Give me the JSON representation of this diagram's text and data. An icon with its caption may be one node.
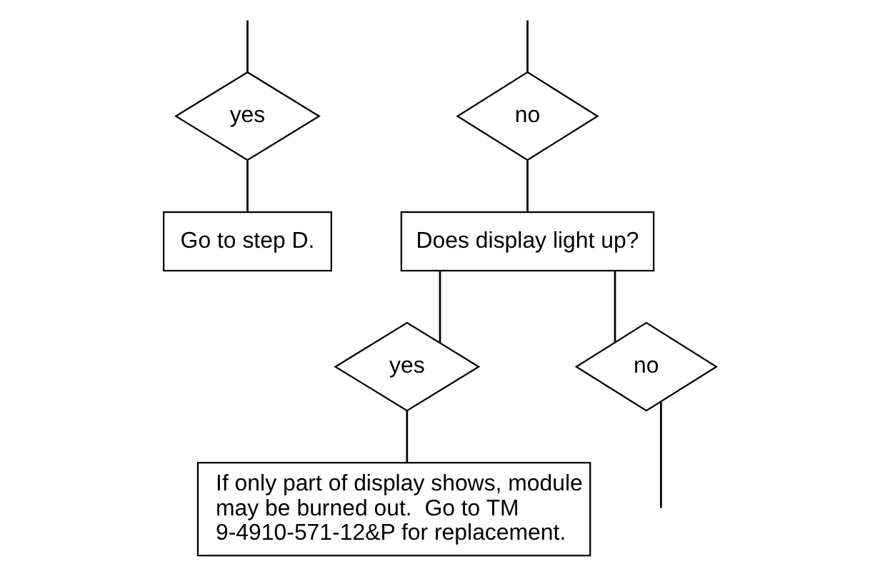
{
  "diagram": {
    "nodes": [
      {
        "text": [
          "yes"
        ]
      },
      {
        "text": [
          "no"
        ]
      },
      {
        "text": [
          "Go to step D."
        ]
      },
      {
        "text": [
          "Does display light up?"
        ]
      },
      {
        "text": [
          "yes"
        ]
      },
      {
        "text": [
          "no"
        ]
      },
      {
        "text": [
          "If only part of display shows, module may be burned out.  Go to TM 9-4910-571-12&P for replacement."
        ]
      }
    ],
    "edges": [
      {
        "from": null,
        "to": 0,
        "arrow": "none"
      },
      {
        "from": null,
        "to": 1,
        "arrow": "none"
      },
      {
        "from": 0,
        "to": 2,
        "arrow": "none"
      },
      {
        "from": 1,
        "to": 3,
        "arrow": "none"
      },
      {
        "from": 3,
        "to": 4,
        "arrow": "none"
      },
      {
        "from": 3,
        "to": 5,
        "arrow": "none"
      },
      {
        "from": 4,
        "to": 6,
        "arrow": "none"
      },
      {
        "from": 5,
        "to": null,
        "arrow": "none"
      }
    ]
  }
}
